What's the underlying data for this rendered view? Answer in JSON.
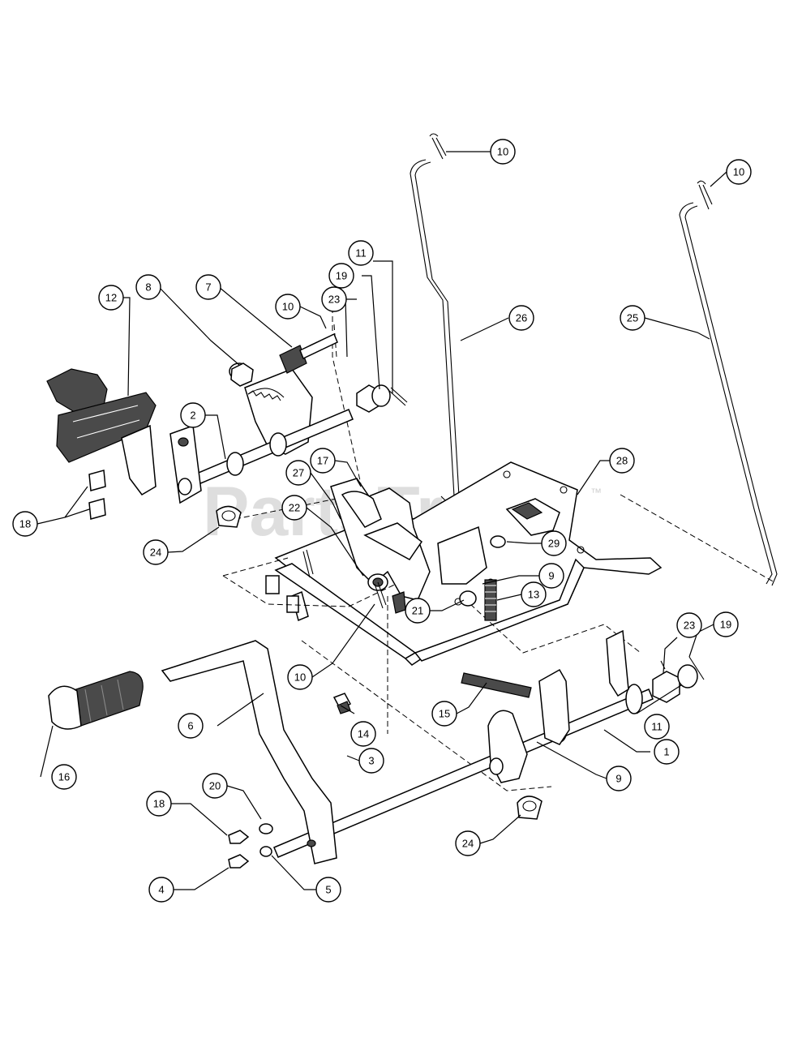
{
  "watermark": {
    "text": "PartsTree",
    "mark": "™"
  },
  "callouts": [
    {
      "id": "c10a",
      "label": "10"
    },
    {
      "id": "c10b",
      "label": "10"
    },
    {
      "id": "c11a",
      "label": "11"
    },
    {
      "id": "c19a",
      "label": "19"
    },
    {
      "id": "c10c",
      "label": "10"
    },
    {
      "id": "c23a",
      "label": "23"
    },
    {
      "id": "c26",
      "label": "26"
    },
    {
      "id": "c25",
      "label": "25"
    },
    {
      "id": "c12",
      "label": "12"
    },
    {
      "id": "c8",
      "label": "8"
    },
    {
      "id": "c7",
      "label": "7"
    },
    {
      "id": "c2",
      "label": "2"
    },
    {
      "id": "c17",
      "label": "17"
    },
    {
      "id": "c27",
      "label": "27"
    },
    {
      "id": "c28",
      "label": "28"
    },
    {
      "id": "c18a",
      "label": "18"
    },
    {
      "id": "c24a",
      "label": "24"
    },
    {
      "id": "c22",
      "label": "22"
    },
    {
      "id": "c29",
      "label": "29"
    },
    {
      "id": "c9a",
      "label": "9"
    },
    {
      "id": "c13",
      "label": "13"
    },
    {
      "id": "c21",
      "label": "21"
    },
    {
      "id": "c23b",
      "label": "23"
    },
    {
      "id": "c19b",
      "label": "19"
    },
    {
      "id": "c10d",
      "label": "10"
    },
    {
      "id": "c6",
      "label": "6"
    },
    {
      "id": "c15",
      "label": "15"
    },
    {
      "id": "c14",
      "label": "14"
    },
    {
      "id": "c11b",
      "label": "11"
    },
    {
      "id": "c1",
      "label": "1"
    },
    {
      "id": "c3",
      "label": "3"
    },
    {
      "id": "c9b",
      "label": "9"
    },
    {
      "id": "c16",
      "label": "16"
    },
    {
      "id": "c20",
      "label": "20"
    },
    {
      "id": "c18b",
      "label": "18"
    },
    {
      "id": "c24b",
      "label": "24"
    },
    {
      "id": "c4",
      "label": "4"
    },
    {
      "id": "c5",
      "label": "5"
    }
  ]
}
